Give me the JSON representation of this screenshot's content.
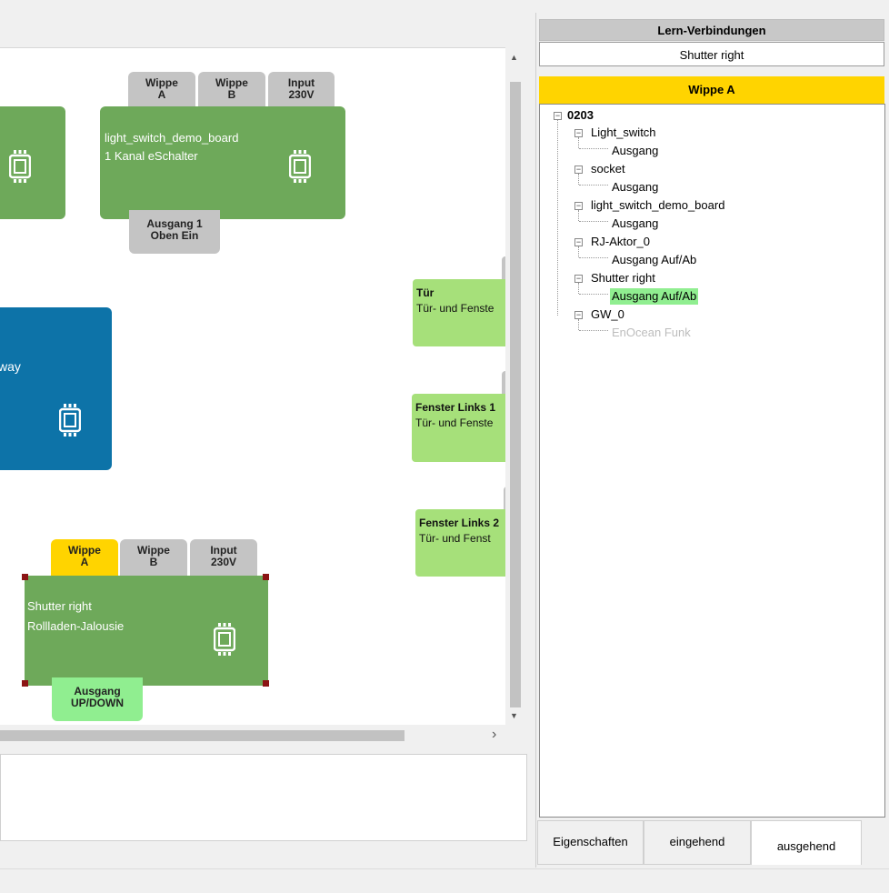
{
  "canvas": {
    "board_node": {
      "title": "light_switch_demo_board",
      "subtitle": "1 Kanal eSchalter",
      "ports_top": [
        {
          "line1": "Wippe",
          "line2": "A"
        },
        {
          "line1": "Wippe",
          "line2": "B"
        },
        {
          "line1": "Input",
          "line2": "230V"
        }
      ],
      "port_bottom": {
        "line1": "Ausgang 1",
        "line2": "Oben Ein"
      }
    },
    "gateway_node": {
      "title_fragment": "way"
    },
    "shutter_node": {
      "title": "Shutter right",
      "subtitle": "Rollladen-Jalousie",
      "ports_top": [
        {
          "line1": "Wippe",
          "line2": "A",
          "state": "selected"
        },
        {
          "line1": "Wippe",
          "line2": "B"
        },
        {
          "line1": "Input",
          "line2": "230V"
        }
      ],
      "port_bottom": {
        "line1": "Ausgang",
        "line2": "UP/DOWN"
      }
    },
    "sensor_nodes": [
      {
        "title": "Tür",
        "subtitle": "Tür- und Fenste"
      },
      {
        "title": "Fenster Links 1",
        "subtitle": "Tür- und Fenste"
      },
      {
        "title": "Fenster Links 2",
        "subtitle": "Tür- und Fenst"
      }
    ],
    "colors": {
      "node_green": "#6ea95a",
      "gateway_blue": "#0d73a8",
      "sensor_green": "#a6e07a",
      "selected_port": "#ffd400",
      "connected_port": "#90ee90"
    }
  },
  "scroll": {
    "up": "▲",
    "down": "▼",
    "right": "›"
  },
  "right_panel": {
    "header": "Lern-Verbindungen",
    "device": "Shutter right",
    "channel": "Wippe A",
    "tree": [
      {
        "label": "0203",
        "level": 0,
        "bold": true,
        "expander": true
      },
      {
        "label": "Light_switch",
        "level": 1,
        "expander": true
      },
      {
        "label": "Ausgang",
        "level": 2
      },
      {
        "label": "socket",
        "level": 1,
        "expander": true
      },
      {
        "label": "Ausgang",
        "level": 2
      },
      {
        "label": "light_switch_demo_board",
        "level": 1,
        "expander": true
      },
      {
        "label": "Ausgang",
        "level": 2
      },
      {
        "label": "RJ-Aktor_0",
        "level": 1,
        "expander": true
      },
      {
        "label": "Ausgang Auf/Ab",
        "level": 2
      },
      {
        "label": "Shutter right",
        "level": 1,
        "expander": true
      },
      {
        "label": "Ausgang Auf/Ab",
        "level": 2,
        "highlighted": true
      },
      {
        "label": "GW_0",
        "level": 1,
        "expander": true
      },
      {
        "label": "EnOcean Funk",
        "level": 2,
        "disabled": true
      }
    ],
    "tabs": [
      {
        "label": "Eigenschaften"
      },
      {
        "label": "eingehend"
      },
      {
        "label": "ausgehend",
        "active": true
      }
    ]
  }
}
